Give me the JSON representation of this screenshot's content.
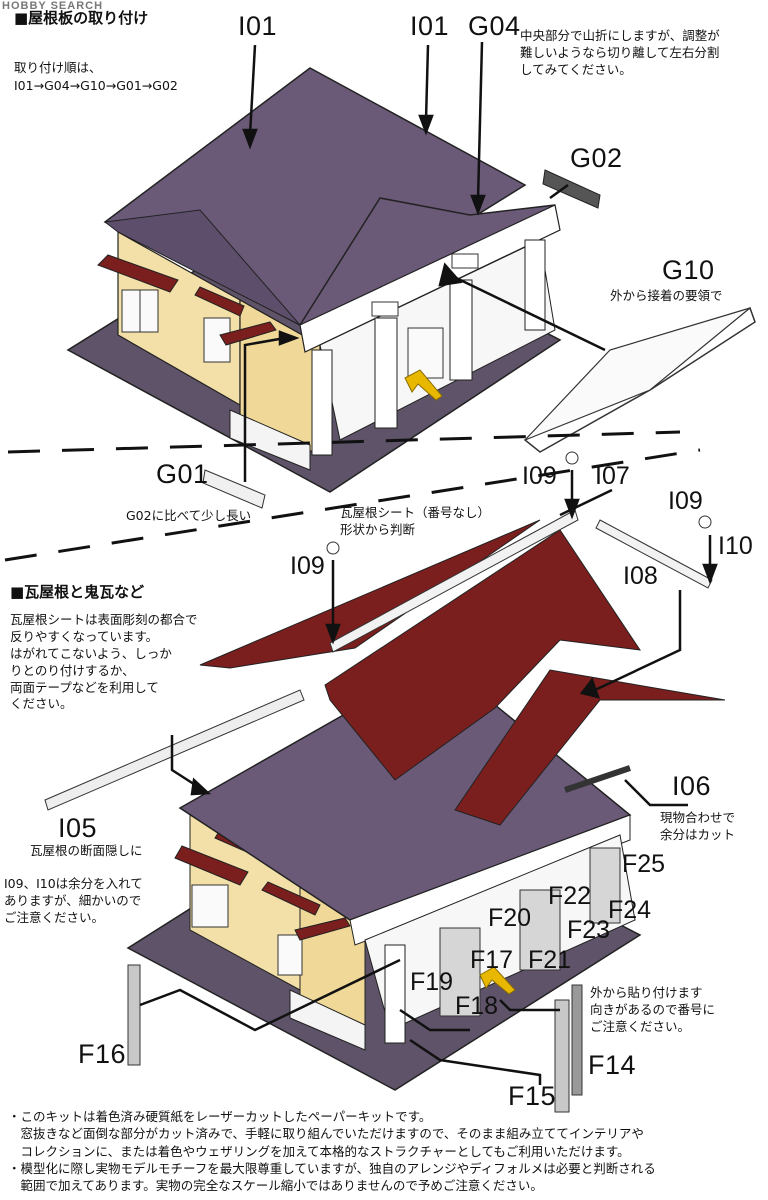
{
  "watermark": "HOBBY SEARCH",
  "sections": {
    "roof_board": {
      "heading": "■屋根板の取り付け",
      "order_label": "取り付け順は、",
      "order_sequence": "I01→G04→G10→G01→G02"
    },
    "tile_roof": {
      "heading": "■瓦屋根と鬼瓦など",
      "note": "瓦屋根シートは表面彫刻の都合で\n反りやすくなっています。\nはがれてこないよう、しっか\nりとのり付けするか、\n両面テープなどを利用して\nください。"
    }
  },
  "notes": {
    "g04": "中央部分で山折にしますが、調整が\n難しいようなら切り離して左右分割\nしてみてください。",
    "g10": "外から接着の要領で",
    "g01": "G02に比べて少し長い",
    "sheet": "瓦屋根シート（番号なし）\n形状から判断",
    "i05": "瓦屋根の断面隠しに",
    "i09_i10": "I09、I10は余分を入れて\nありますが、細かいので\nご注意ください。",
    "i06": "現物合わせで\n余分はカット",
    "f14": "外から貼り付けます\n向きがあるので番号に\nご注意ください。"
  },
  "labels": {
    "i01_a": "I01",
    "i01_b": "I01",
    "g04": "G04",
    "g02": "G02",
    "g10": "G10",
    "g01": "G01",
    "i09_a": "I09",
    "i07": "I07",
    "i09_b": "I09",
    "i10": "I10",
    "i09_c": "I09",
    "i08": "I08",
    "i05": "I05",
    "i06": "I06",
    "f25": "F25",
    "f22": "F22",
    "f24": "F24",
    "f20": "F20",
    "f23": "F23",
    "f17": "F17",
    "f21": "F21",
    "f19": "F19",
    "f18": "F18",
    "f16": "F16",
    "f14": "F14",
    "f15": "F15"
  },
  "footer": [
    "・このキットは着色済み硬質紙をレーザーカットしたペーパーキットです。",
    "　窓抜きなど面倒な部分がカット済みで、手軽に取り組んでいただけますので、そのまま組み立ててインテリアや",
    "　コレクションに、または着色やウェザリングを加えて本格的なストラクチャーとしてもご利用いただけます。",
    "・模型化に際し実物モデルモチーフを最大限尊重していますが、独自のアレンジやディフォルメは必要と判断される",
    "　範囲で加えてあります。実物の完全なスケール縮小ではありませんので予めご注意ください。"
  ],
  "colors": {
    "roof": "#6a5a78",
    "tile": "#7a1e1e",
    "wall": "#f3e0a8",
    "base": "#5e5368",
    "white": "#ffffff",
    "arrow": "#e8b800",
    "ink": "#111111"
  }
}
